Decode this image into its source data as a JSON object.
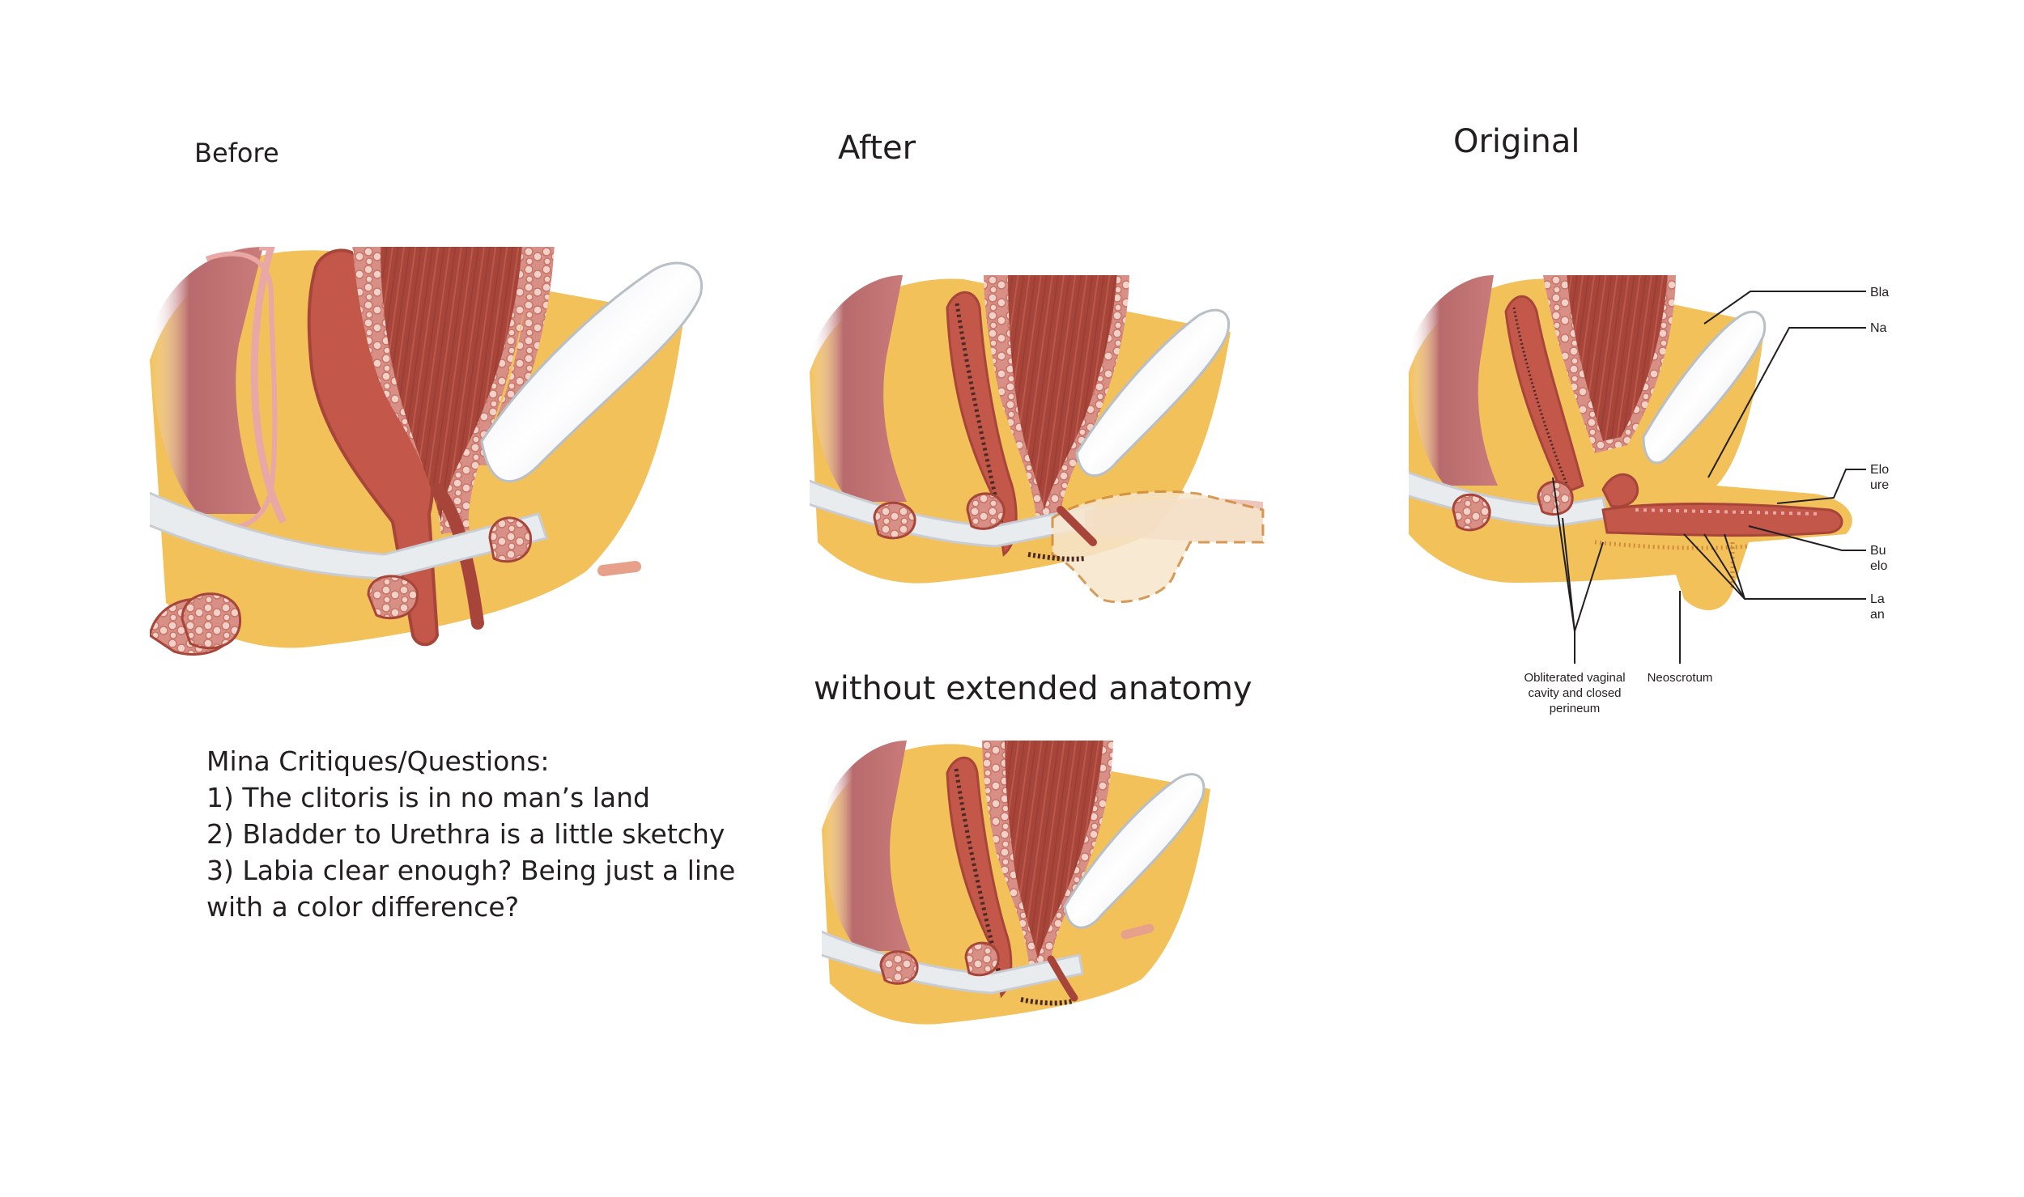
{
  "headings": {
    "before": "Before",
    "after": "After",
    "original": "Original",
    "without": "without extended anatomy"
  },
  "critique": {
    "title": "Mina Critiques/Questions:",
    "items": [
      "1) The clitoris is in no man’s land",
      "2) Bladder to Urethra is a little sketchy",
      "3) Labia clear enough? Being just a line",
      "with a color difference?"
    ]
  },
  "original_labels": {
    "top_right": [
      "Bla",
      "Na",
      "Elo",
      "ure",
      "Bu",
      "elo",
      "La",
      "an"
    ],
    "bottom": {
      "left_line1": "Obliterated vaginal",
      "left_line2": "cavity and closed",
      "left_line3": "perineum",
      "right": "Neoscrotum"
    }
  },
  "colors": {
    "fat_yellow": "#f2c15a",
    "muscle_red": "#b8503f",
    "rectum_red": "#a8453a",
    "pink_outline": "#e9a7a5",
    "bone_white": "#e9ecef",
    "tissue_tan": "#f7e6cc",
    "dashed_orange": "#d08a3b"
  }
}
